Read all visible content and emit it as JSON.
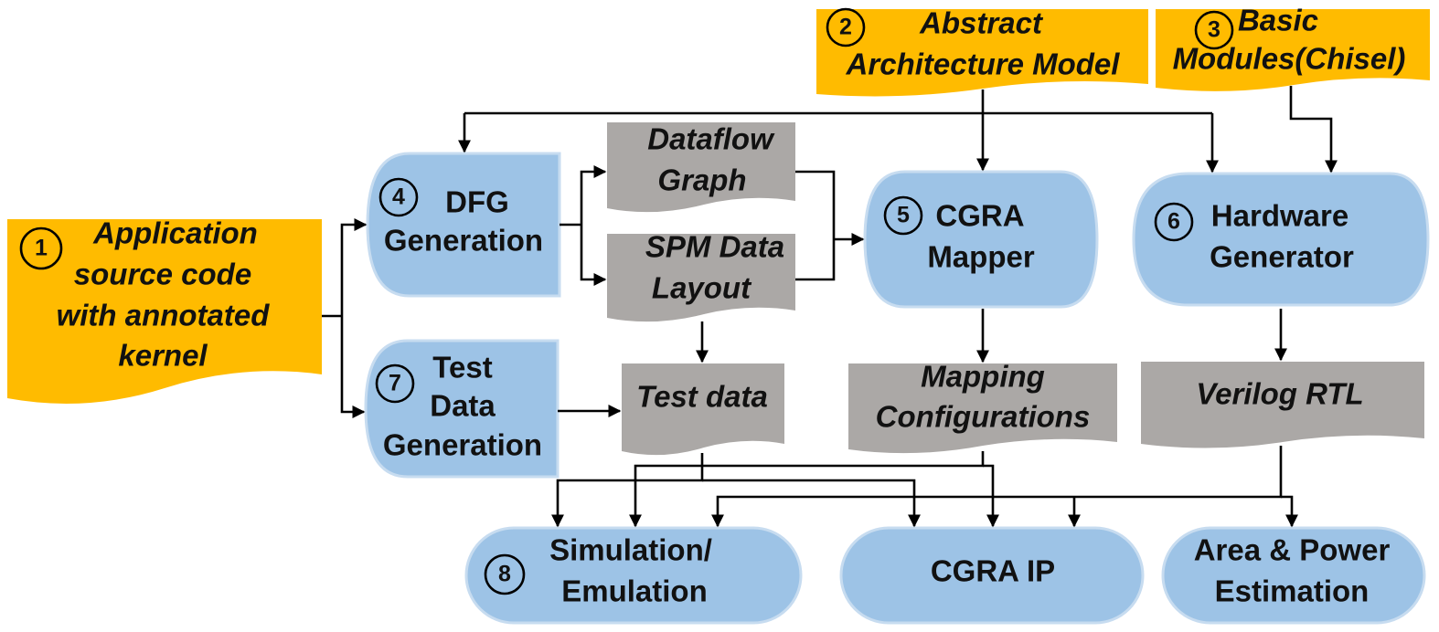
{
  "inputs": [
    {
      "id": "app",
      "number": "1",
      "lines": [
        "Application",
        "source code",
        "with annotated",
        "kernel"
      ]
    },
    {
      "id": "arch",
      "number": "2",
      "lines": [
        "Abstract",
        "Architecture Model"
      ]
    },
    {
      "id": "modules",
      "number": "3",
      "lines": [
        "Basic",
        "Modules(Chisel)"
      ]
    }
  ],
  "processes": [
    {
      "id": "dfg",
      "number": "4",
      "lines": [
        "DFG",
        "Generation"
      ]
    },
    {
      "id": "mapper",
      "number": "5",
      "lines": [
        "CGRA",
        "Mapper"
      ]
    },
    {
      "id": "hwgen",
      "number": "6",
      "lines": [
        "Hardware",
        "Generator"
      ]
    },
    {
      "id": "testgen",
      "number": "7",
      "lines": [
        "Test",
        "Data",
        "Generation"
      ]
    },
    {
      "id": "sim",
      "number": "8",
      "lines": [
        "Simulation/",
        "Emulation"
      ]
    },
    {
      "id": "ip",
      "lines": [
        "CGRA IP"
      ]
    },
    {
      "id": "area",
      "lines": [
        "Area & Power",
        "Estimation"
      ]
    }
  ],
  "artifacts": [
    {
      "id": "dfgraph",
      "lines": [
        "Dataflow",
        "Graph"
      ]
    },
    {
      "id": "spm",
      "lines": [
        "SPM Data",
        "Layout"
      ]
    },
    {
      "id": "testdata",
      "lines": [
        "Test data"
      ]
    },
    {
      "id": "mapcfg",
      "lines": [
        "Mapping",
        "Configurations"
      ]
    },
    {
      "id": "rtl",
      "lines": [
        "Verilog RTL"
      ]
    }
  ],
  "colors": {
    "input": "#FFBB00",
    "artifact": "#ABA8A6",
    "process": "#9DC3E6",
    "arrow": "#000000"
  }
}
